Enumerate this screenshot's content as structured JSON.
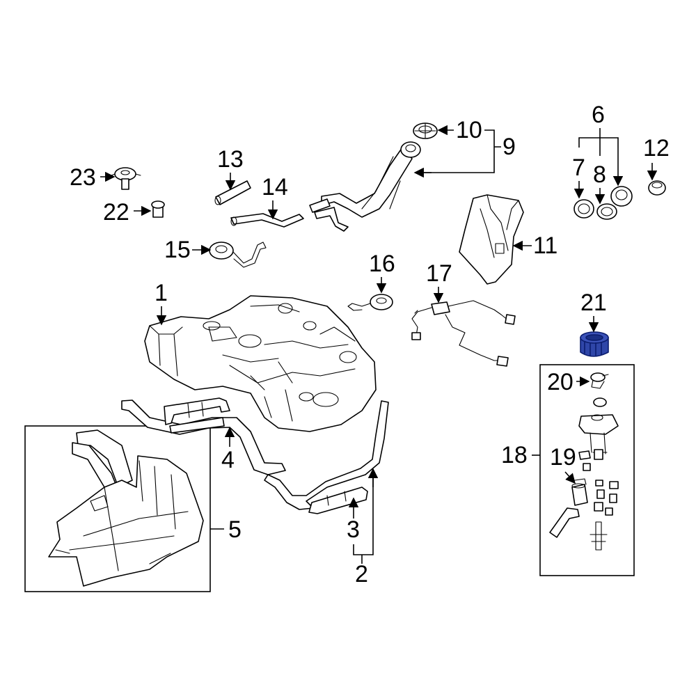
{
  "diagram": {
    "callouts": {
      "c1": "1",
      "c2": "2",
      "c3": "3",
      "c4": "4",
      "c5": "5",
      "c6": "6",
      "c7": "7",
      "c8": "8",
      "c9": "9",
      "c10": "10",
      "c11": "11",
      "c12": "12",
      "c13": "13",
      "c14": "14",
      "c15": "15",
      "c16": "16",
      "c17": "17",
      "c18": "18",
      "c19": "19",
      "c20": "20",
      "c21": "21",
      "c22": "22",
      "c23": "23"
    },
    "colors": {
      "line": "#000000",
      "background": "#ffffff",
      "highlight_fill": "#2f46a8",
      "highlight_stroke": "#0b1d6e"
    },
    "highlighted_part": "21"
  }
}
